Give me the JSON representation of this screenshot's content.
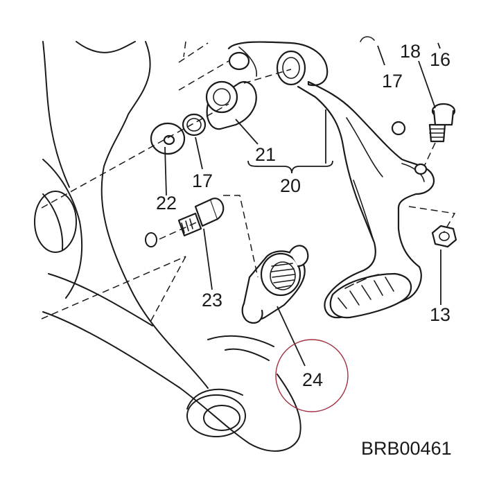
{
  "drawing": {
    "reference_code": "BRB00461",
    "highlight_color": "#a03040",
    "line_color": "#1a1a1a",
    "callouts": {
      "c18": "18",
      "c16": "16",
      "c17_top": "17",
      "c21": "21",
      "c20": "20",
      "c17_left": "17",
      "c22": "22",
      "c23": "23",
      "c24": "24",
      "c13": "13"
    }
  }
}
